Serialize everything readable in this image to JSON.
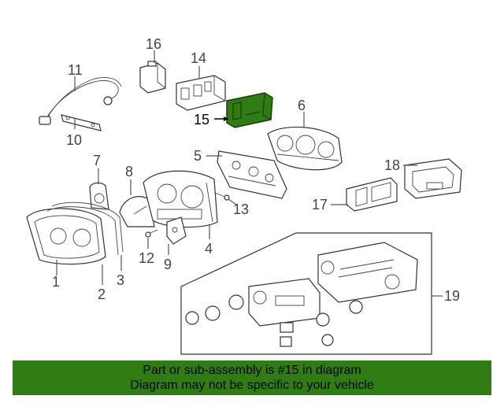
{
  "callouts": {
    "c1": "1",
    "c2": "2",
    "c3": "3",
    "c4": "4",
    "c5": "5",
    "c6": "6",
    "c7": "7",
    "c8": "8",
    "c9": "9",
    "c10": "10",
    "c11": "11",
    "c12": "12",
    "c13": "13",
    "c14": "14",
    "c15": "15",
    "c16": "16",
    "c17": "17",
    "c18": "18",
    "c19": "19"
  },
  "highlight": {
    "part": "15",
    "color": "#2f7d12"
  },
  "caption": {
    "line1": "Part or sub-assembly is #15 in diagram",
    "line2": "Diagram may not be specific to your vehicle"
  }
}
